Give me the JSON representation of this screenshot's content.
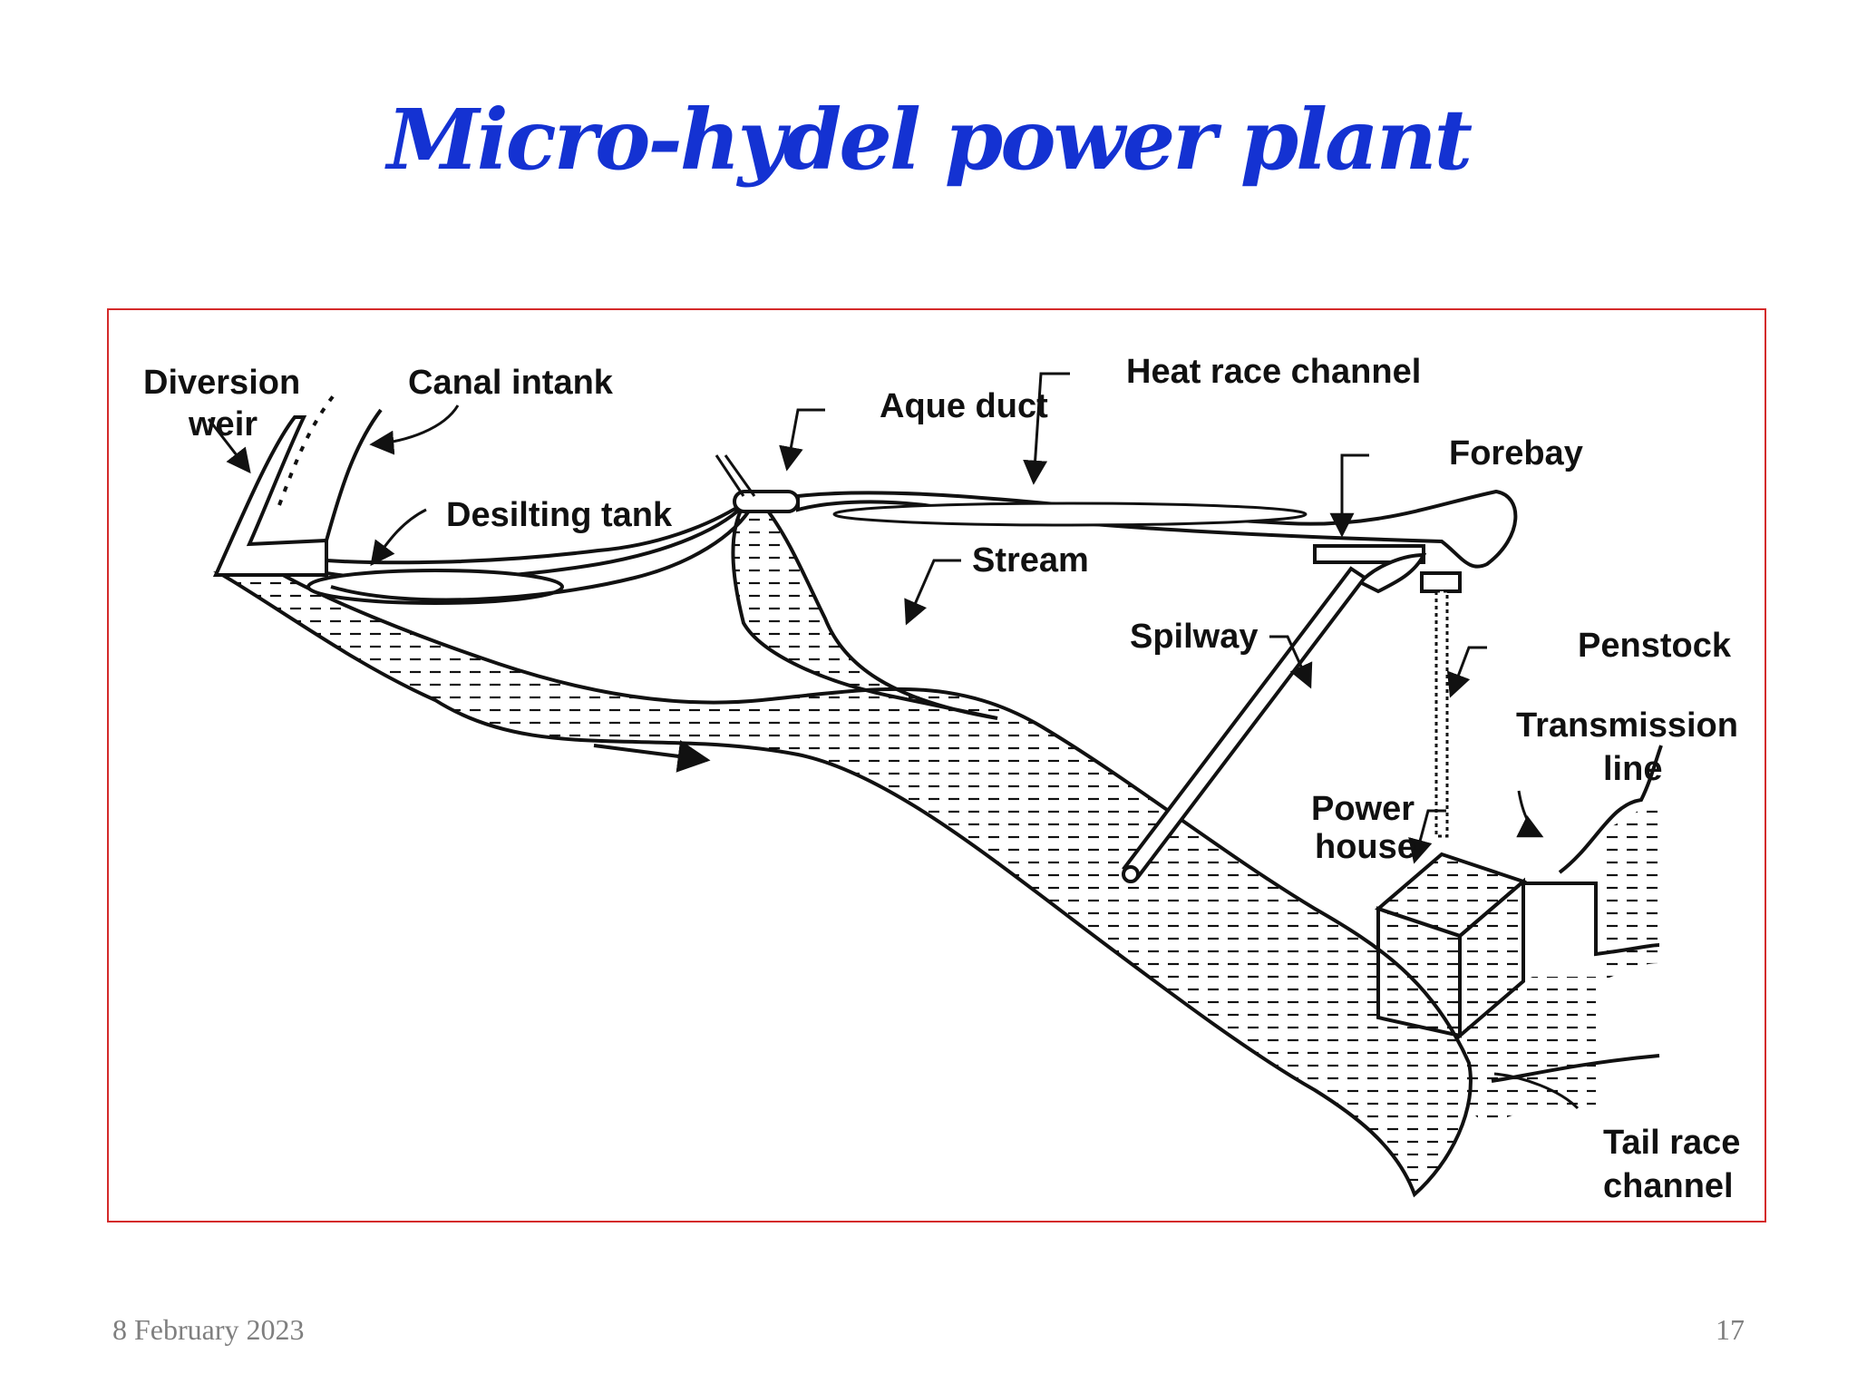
{
  "slide": {
    "title": "Micro-hydel power plant",
    "date": "8 February 2023",
    "page_number": "17"
  },
  "diagram": {
    "labels": {
      "diversion_weir_line1": "Diversion",
      "diversion_weir_line2": "weir",
      "canal_intake": "Canal intank",
      "desilting_tank": "Desilting tank",
      "aqueduct": "Aque duct",
      "head_race_channel": "Heat race channel",
      "stream": "Stream",
      "forebay": "Forebay",
      "spillway": "Spilway",
      "penstock": "Penstock",
      "transmission_line_line1": "Transmission",
      "transmission_line_line2": "line",
      "power_house_line1": "Power",
      "power_house_line2": "house",
      "tail_race_line1": "Tail race",
      "tail_race_line2": "channel"
    },
    "colors": {
      "frame_border": "#d42a2a",
      "title": "#1432d2",
      "ink": "#111111",
      "footer": "#7f7f7f"
    }
  }
}
